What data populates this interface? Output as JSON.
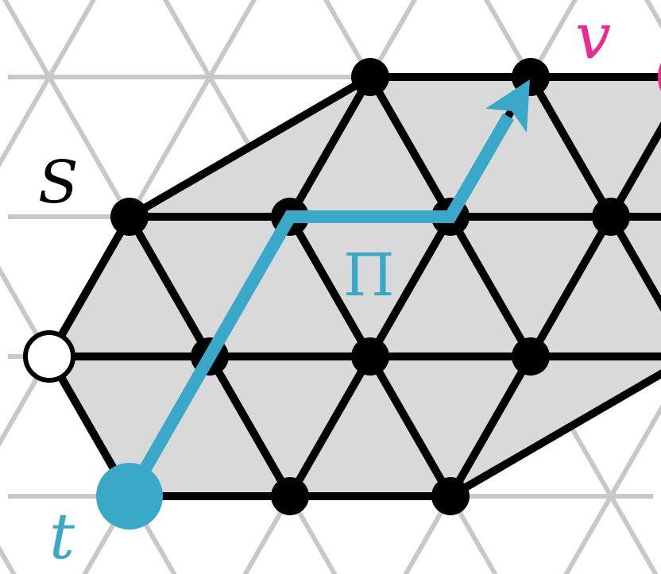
{
  "colors": {
    "background": "#ffffff",
    "background_lattice": "#c8c8c8",
    "region_fill": "#d9d9d9",
    "region_edges": "#000000",
    "path": "#3aa9c9",
    "target_vertex": "#ee2a8e",
    "start_vertex": "#3aa9c9",
    "hole_vertex_fill": "#ffffff",
    "vertex": "#000000"
  },
  "labels": {
    "region": "S",
    "path": "Π",
    "start": "t",
    "end": "v"
  }
}
